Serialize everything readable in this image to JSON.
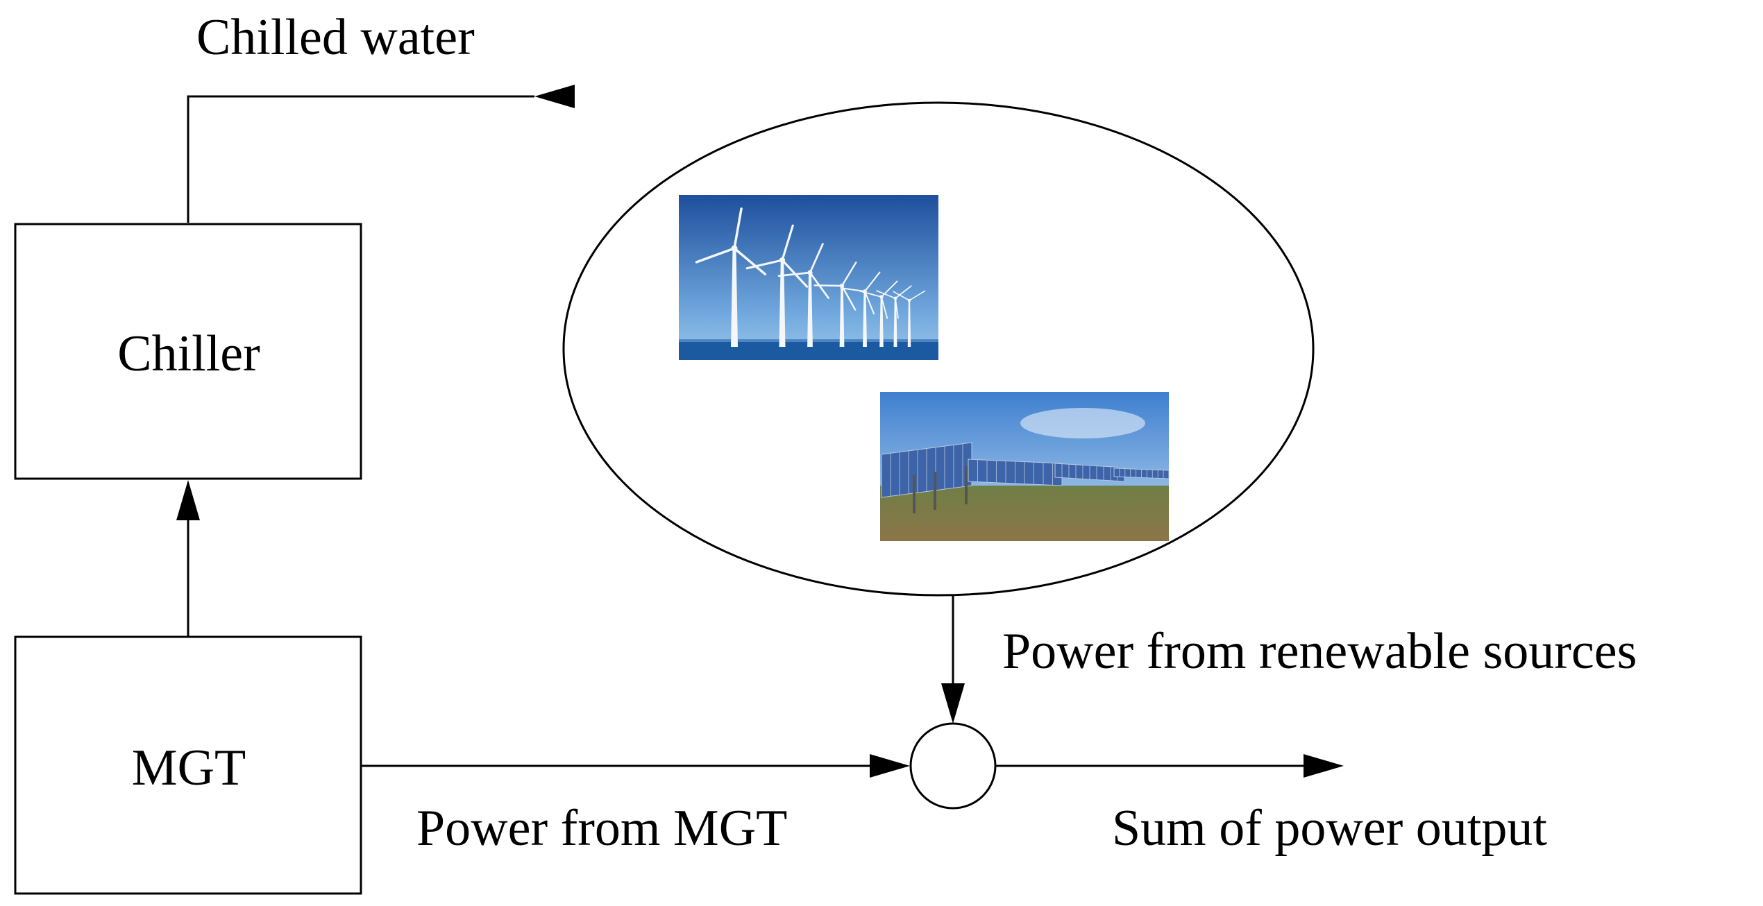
{
  "labels": {
    "chilled_water": "Chilled water",
    "chiller": "Chiller",
    "mgt": "MGT",
    "power_from_mgt": "Power from MGT",
    "power_from_renewables": "Power from renewable sources",
    "sum_of_power_output": "Sum of power output"
  },
  "images": {
    "wind": "wind-turbines-photo",
    "solar": "solar-panels-photo"
  },
  "colors": {
    "sky_top": "#1e4f9a",
    "sky_bottom": "#7fb2e0",
    "sea": "#1a5fa8",
    "turbine": "#f4f6f8",
    "panel": "#3a5f9e",
    "ground": "#8a7a4a",
    "grass": "#5f7a3a"
  }
}
